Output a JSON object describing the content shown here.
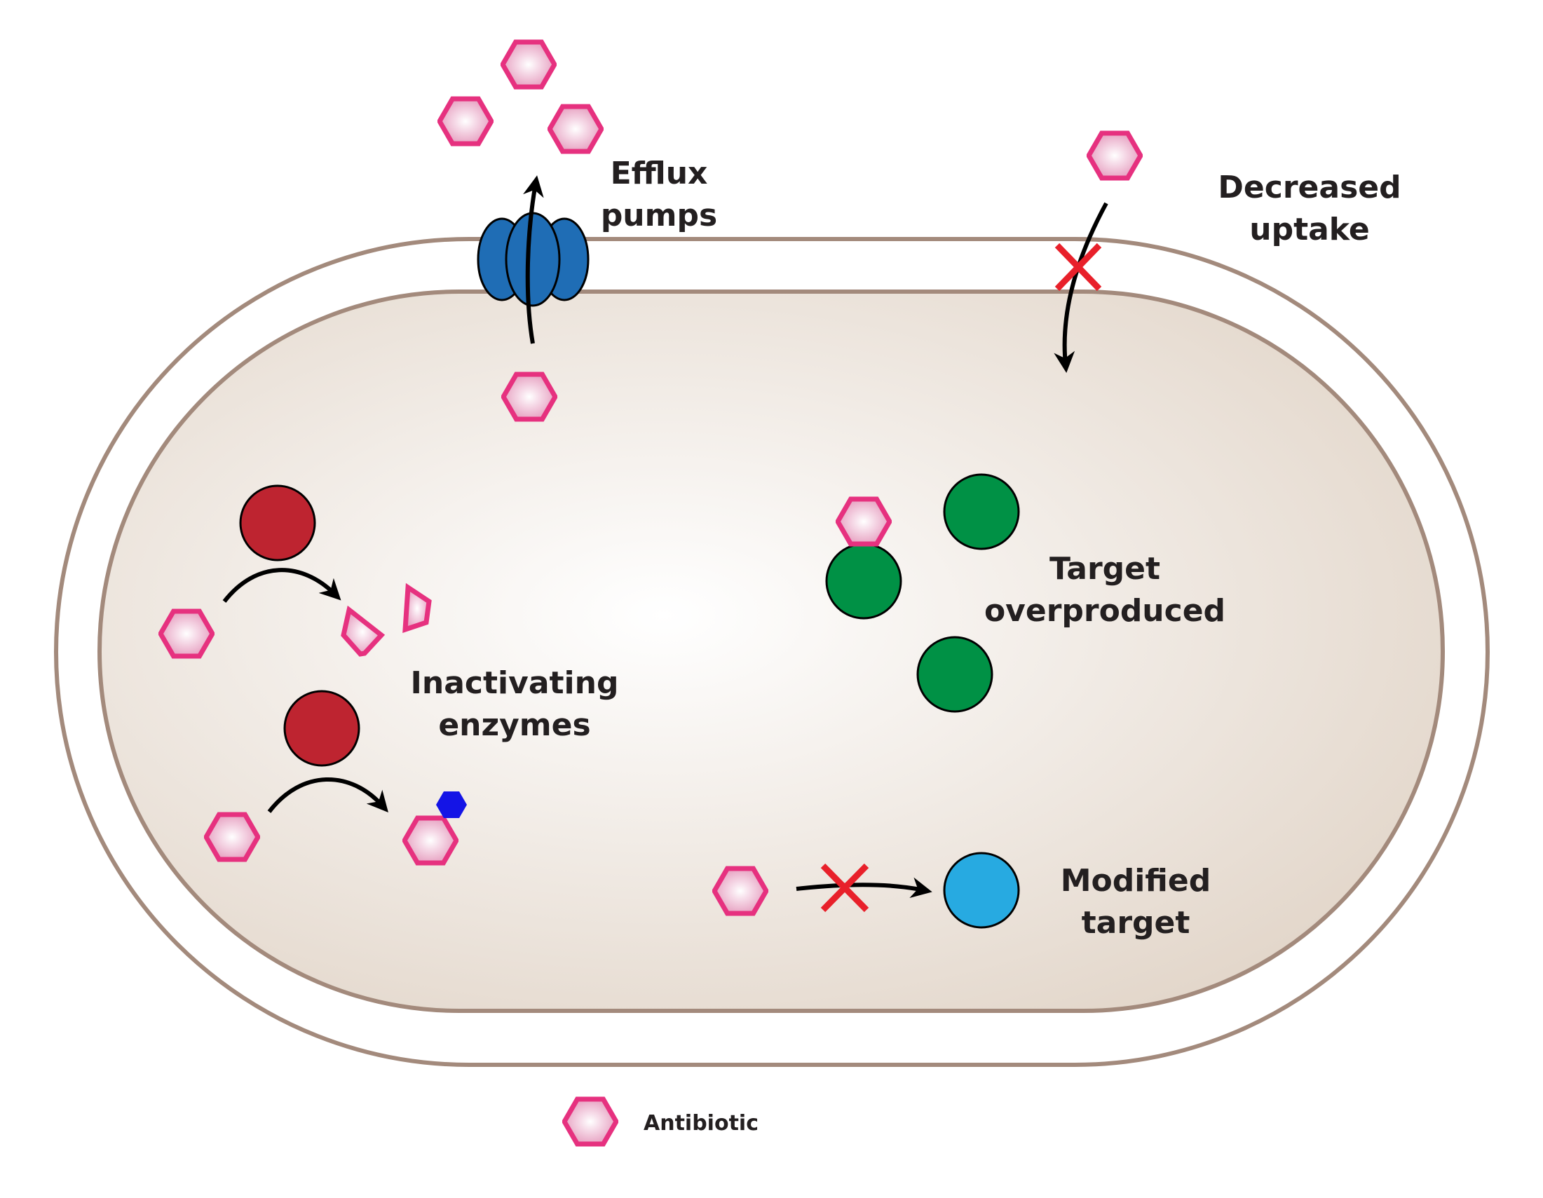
{
  "labels": {
    "efflux_line1": "Efflux",
    "efflux_line2": "pumps",
    "uptake_line1": "Decreased",
    "uptake_line2": "uptake",
    "enzymes_line1": "Inactivating",
    "enzymes_line2": "enzymes",
    "overproduced_line1": "Target",
    "overproduced_line2": "overproduced",
    "modified_line1": "Modified",
    "modified_line2": "target"
  },
  "legend": {
    "antibiotic_label": "Antibiotic"
  },
  "colors": {
    "antibiotic_stroke": "#e6317f",
    "antibiotic_fill_center": "#ffffff",
    "antibiotic_fill_edge": "#e8a0c0",
    "cell_wall": "#a38a7c",
    "cytoplasm_center": "#ffffff",
    "cytoplasm_edge": "#e3d7cb",
    "efflux_pump": "#1f6db5",
    "enzyme": "#be2430",
    "target_overproduced": "#009145",
    "modified_target": "#27aae1",
    "block_cross": "#e8202a",
    "modifier_group": "#1414e6",
    "arrow": "#000000"
  },
  "icons": [
    "antibiotic-hexagon-icon",
    "efflux-pump-icon",
    "enzyme-icon",
    "target-icon",
    "modified-target-icon",
    "block-cross-icon",
    "arrow-icon"
  ]
}
